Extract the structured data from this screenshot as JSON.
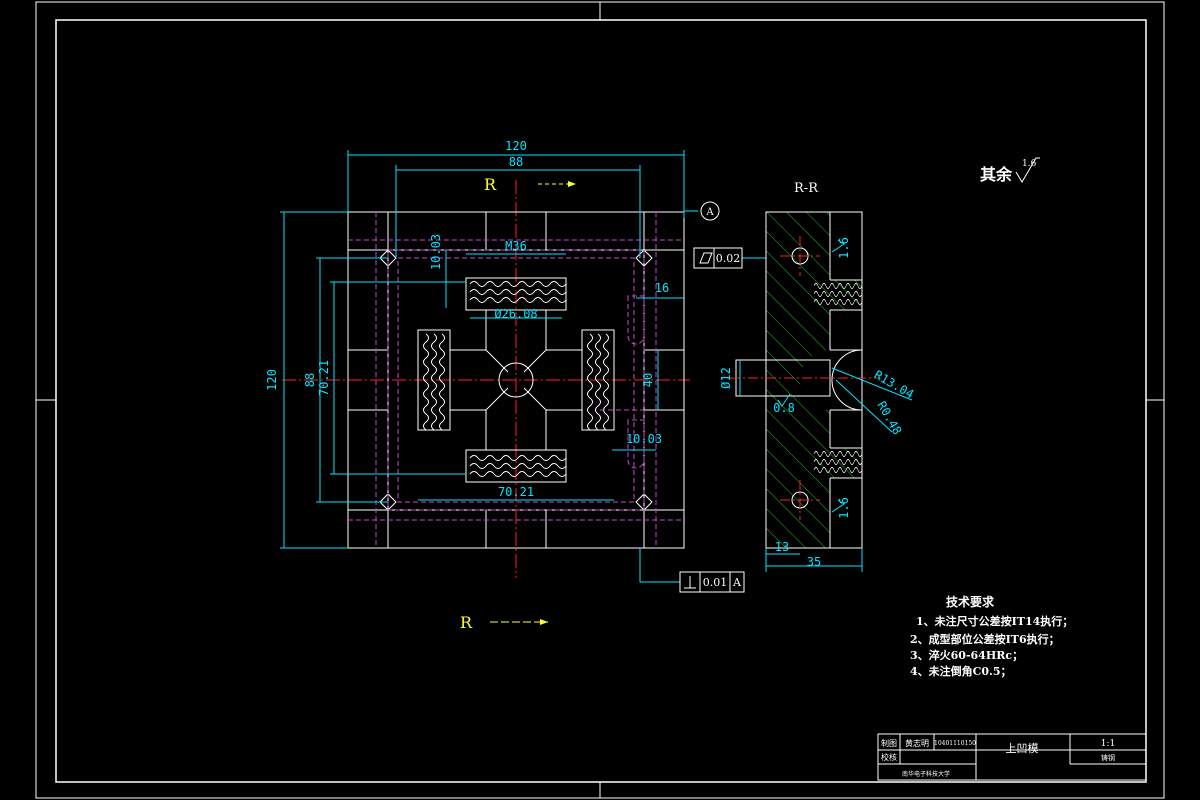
{
  "drawing": {
    "section_arrow_label": "R",
    "section_view_title": "R-R",
    "datum_label": "A",
    "surface_finish_note": "其余",
    "surface_finish_value": "1.6",
    "colors": {
      "background": "#000000",
      "outline": "#ffffff",
      "dimension": "#00e5ff",
      "hidden": "#cc44cc",
      "centerline": "#ff2020",
      "label": "#ffff33",
      "hatch": "#22bb22"
    }
  },
  "dimensions": {
    "overall_width": "120",
    "inner_width": "88",
    "overall_height": "120",
    "inner_height": "88",
    "pocket_height": "70.21",
    "pocket_width": "70.21",
    "offset_top": "10.03",
    "offset_right": "10.03",
    "thread_top": "M36",
    "bore_top": "Ø26.08",
    "slot_width": "16",
    "center_height": "40",
    "section_hole_dia": "Ø12",
    "radius_large": "R13.04",
    "radius_small": "R0.48",
    "section_depth": "13",
    "section_width": "35",
    "small_finish_1": "0.8",
    "small_finish_2": "1.6",
    "small_finish_3": "1.6"
  },
  "tolerances": {
    "flatness_value": "0.02",
    "perpendicular_value": "0.01",
    "perpendicular_datum": "A"
  },
  "tech_requirements": {
    "title": "技术要求",
    "items": [
      "1、未注尺寸公差按IT14执行；",
      "2、成型部位公差按IT6执行；",
      "3、淬火60-64HRc；",
      "4、未注倒角C0.5；"
    ]
  },
  "title_block": {
    "drawn_label": "制图",
    "drawn_name": "黄志明",
    "drawn_id": "10401110150",
    "check_label": "校核",
    "part_name": "上凹模",
    "scale": "1:1",
    "material": "铸钢",
    "school": "南华电子科技大学"
  }
}
